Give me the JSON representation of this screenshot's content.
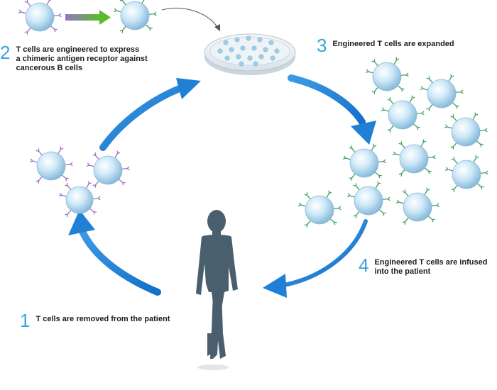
{
  "colors": {
    "arrow": "#1f80d6",
    "step_number": "#3aa3e0",
    "text": "#1c1c1c",
    "cell_fill": "#bfe0f4",
    "receptor_native": "#a070c0",
    "receptor_engineered": "#40a060",
    "silhouette": "#4a5f6d"
  },
  "icons": {
    "cell": "t-cell-icon",
    "dish": "petri-dish-icon",
    "person": "patient-silhouette-icon",
    "arrow": "cycle-arrow-icon"
  },
  "steps": [
    {
      "number": "1",
      "text": "T cells are removed from the patient"
    },
    {
      "number": "2",
      "text": "T cells are engineered to express\na chimeric antigen receptor against\ncancerous B cells"
    },
    {
      "number": "3",
      "text": "Engineered T cells are expanded"
    },
    {
      "number": "4",
      "text": "Engineered T cells are infused\ninto the patient"
    }
  ]
}
